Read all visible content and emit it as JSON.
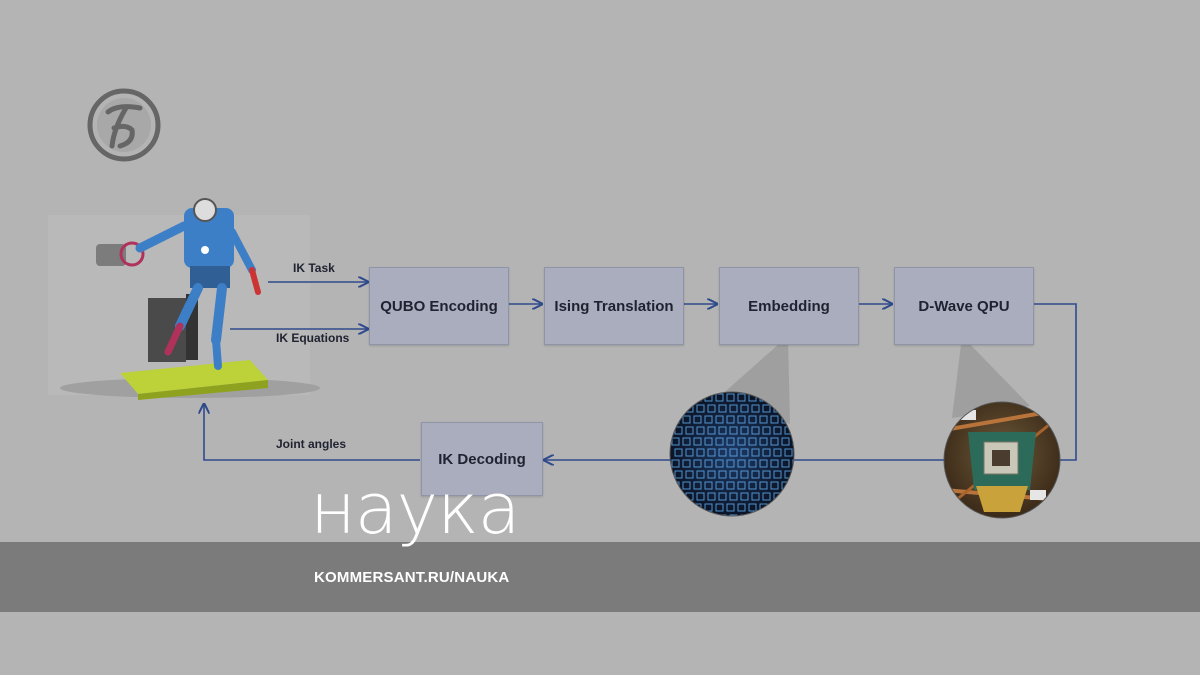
{
  "brand": {
    "logo_icon": "kommersant-k-logo",
    "title": "наука",
    "url": "KOMMERSANT.RU/NAUKA"
  },
  "diagram": {
    "nodes": {
      "qubo": "QUBO Encoding",
      "ising": "Ising Translation",
      "embedding": "Embedding",
      "dwave": "D-Wave QPU",
      "decoding": "IK Decoding"
    },
    "edge_labels": {
      "ik_task": "IK Task",
      "ik_equations": "IK Equations",
      "joint_angles": "Joint angles"
    },
    "images": {
      "robot": "humanoid-robot-icon",
      "chip": "qubit-chip-icon",
      "qpu": "qpu-processor-icon"
    },
    "colors": {
      "node_fill": "#a9adbd",
      "arrow": "#2f4a8c",
      "background": "#b4b4b4",
      "banner": "#7b7b7b"
    }
  }
}
